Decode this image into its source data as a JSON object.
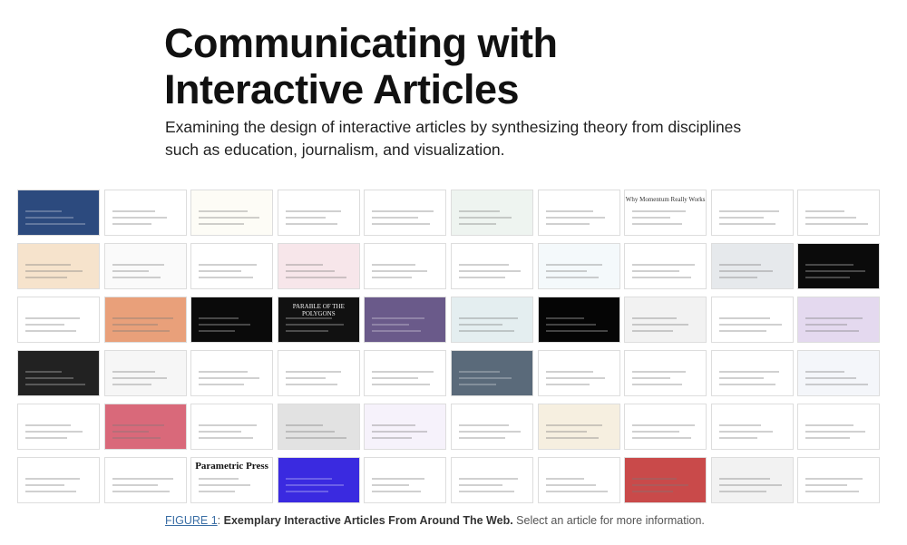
{
  "header": {
    "title_line1": "Communicating with",
    "title_line2": "Interactive Articles",
    "subtitle": "Examining the design of interactive articles by synthesizing theory from disciplines such as education, journalism, and visualization."
  },
  "tiles": [
    {
      "bg": "#2c4a7e"
    },
    {
      "bg": "#ffffff"
    },
    {
      "bg": "#fdfcf6"
    },
    {
      "bg": "#ffffff"
    },
    {
      "bg": "#ffffff"
    },
    {
      "bg": "#eef4f0"
    },
    {
      "bg": "#ffffff"
    },
    {
      "bg": "#ffffff",
      "title": "Why Momentum Really Works"
    },
    {
      "bg": "#ffffff"
    },
    {
      "bg": "#ffffff"
    },
    {
      "bg": "#f6e3cc"
    },
    {
      "bg": "#fafafa"
    },
    {
      "bg": "#ffffff"
    },
    {
      "bg": "#f7e6ea"
    },
    {
      "bg": "#ffffff"
    },
    {
      "bg": "#ffffff"
    },
    {
      "bg": "#f4f9fb"
    },
    {
      "bg": "#ffffff"
    },
    {
      "bg": "#e6e9ec"
    },
    {
      "bg": "#0b0b0b"
    },
    {
      "bg": "#ffffff"
    },
    {
      "bg": "#e9a07a"
    },
    {
      "bg": "#0a0a0a"
    },
    {
      "bg": "#111111",
      "title": "PARABLE OF THE POLYGONS"
    },
    {
      "bg": "#6a5a8a"
    },
    {
      "bg": "#e4eef0"
    },
    {
      "bg": "#050505"
    },
    {
      "bg": "#f2f2f2"
    },
    {
      "bg": "#ffffff"
    },
    {
      "bg": "#e4d9ef"
    },
    {
      "bg": "#222222"
    },
    {
      "bg": "#f6f6f6"
    },
    {
      "bg": "#ffffff"
    },
    {
      "bg": "#ffffff"
    },
    {
      "bg": "#ffffff"
    },
    {
      "bg": "#5a6a7a"
    },
    {
      "bg": "#ffffff"
    },
    {
      "bg": "#ffffff"
    },
    {
      "bg": "#ffffff"
    },
    {
      "bg": "#f4f6fa"
    },
    {
      "bg": "#ffffff"
    },
    {
      "bg": "#d9697a"
    },
    {
      "bg": "#ffffff"
    },
    {
      "bg": "#e2e2e2"
    },
    {
      "bg": "#f6f2fb"
    },
    {
      "bg": "#ffffff"
    },
    {
      "bg": "#f6efe0"
    },
    {
      "bg": "#ffffff"
    },
    {
      "bg": "#ffffff"
    },
    {
      "bg": "#ffffff"
    },
    {
      "bg": "#ffffff"
    },
    {
      "bg": "#ffffff"
    },
    {
      "bg": "#ffffff",
      "title": "Parametric Press"
    },
    {
      "bg": "#3a2ae0"
    },
    {
      "bg": "#ffffff"
    },
    {
      "bg": "#ffffff"
    },
    {
      "bg": "#ffffff"
    },
    {
      "bg": "#c94a4a"
    },
    {
      "bg": "#f2f2f2"
    },
    {
      "bg": "#ffffff"
    }
  ],
  "caption": {
    "figure_label": "FIGURE 1",
    "bold_text": "Exemplary Interactive Articles From Around The Web.",
    "text": " Select an article for more information."
  }
}
